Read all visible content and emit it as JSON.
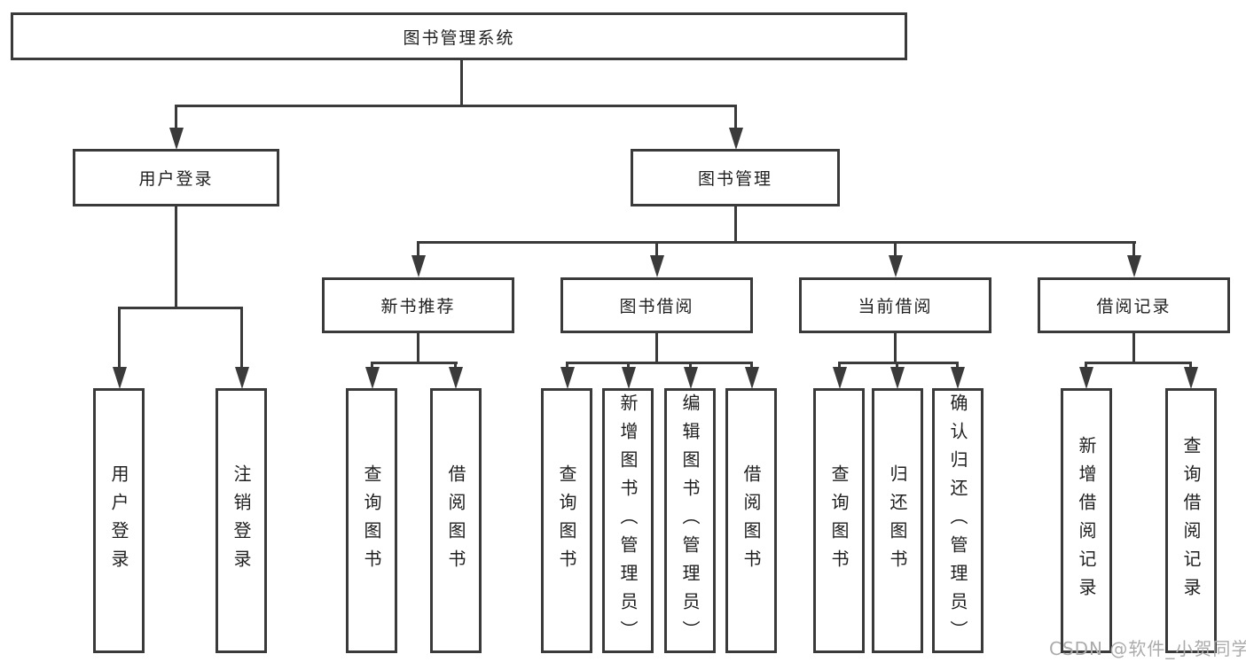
{
  "diagram": {
    "root": {
      "label": "图书管理系统"
    },
    "level2": [
      {
        "label": "用户登录"
      },
      {
        "label": "图书管理"
      }
    ],
    "level3": [
      {
        "label": "新书推荐"
      },
      {
        "label": "图书借阅"
      },
      {
        "label": "当前借阅"
      },
      {
        "label": "借阅记录"
      }
    ],
    "leaves": [
      {
        "label": "用户登录",
        "parent": "用户登录"
      },
      {
        "label": "注销登录",
        "parent": "用户登录"
      },
      {
        "label": "查询图书",
        "parent": "新书推荐"
      },
      {
        "label": "借阅图书",
        "parent": "新书推荐"
      },
      {
        "label": "查询图书",
        "parent": "图书借阅"
      },
      {
        "label": "新增图书（管理员）",
        "parent": "图书借阅"
      },
      {
        "label": "编辑图书（管理员）",
        "parent": "图书借阅"
      },
      {
        "label": "借阅图书",
        "parent": "图书借阅"
      },
      {
        "label": "查询图书",
        "parent": "当前借阅"
      },
      {
        "label": "归还图书",
        "parent": "当前借阅"
      },
      {
        "label": "确认归还（管理员）",
        "parent": "当前借阅"
      },
      {
        "label": "新增借阅记录",
        "parent": "借阅记录"
      },
      {
        "label": "查询借阅记录",
        "parent": "借阅记录"
      }
    ]
  },
  "watermark": {
    "text": "CSDN @软件_小贺同学",
    "color": "#ababab"
  },
  "colors": {
    "line": "#3a3a3a",
    "text": "#1f1f1f",
    "background": "#ffffff"
  }
}
